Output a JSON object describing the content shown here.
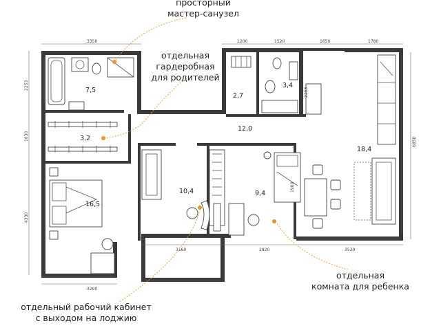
{
  "annotations": {
    "master_bath": [
      "просторный",
      "мастер-санузел"
    ],
    "wardrobe": [
      "отдельная",
      "гардеробная",
      "для родителей"
    ],
    "kids_room": [
      "отдельная",
      "комната для ребенка"
    ],
    "office": [
      "отдельный рабочий кабинет",
      "с выходом на лоджию"
    ]
  },
  "areas": {
    "bathroom": "7,5",
    "wardrobe": "3,2",
    "bedroom": "16,5",
    "office": "10,4",
    "kids": "9,4",
    "hall": "12,0",
    "laundry": "2,7",
    "wc": "3,4",
    "kitchen_living": "18,4"
  },
  "dimensions": {
    "top": [
      "3350",
      "1200",
      "1520",
      "1650",
      "1780"
    ],
    "left": [
      "2253",
      "1630",
      "4330"
    ],
    "right": "6850",
    "inner_left": "2253",
    "bottom": [
      "3290",
      "3160",
      "2820",
      "3530"
    ],
    "bed_small": "1900"
  },
  "colors": {
    "accent": "#f09030",
    "wall": "#3a3a3a"
  }
}
